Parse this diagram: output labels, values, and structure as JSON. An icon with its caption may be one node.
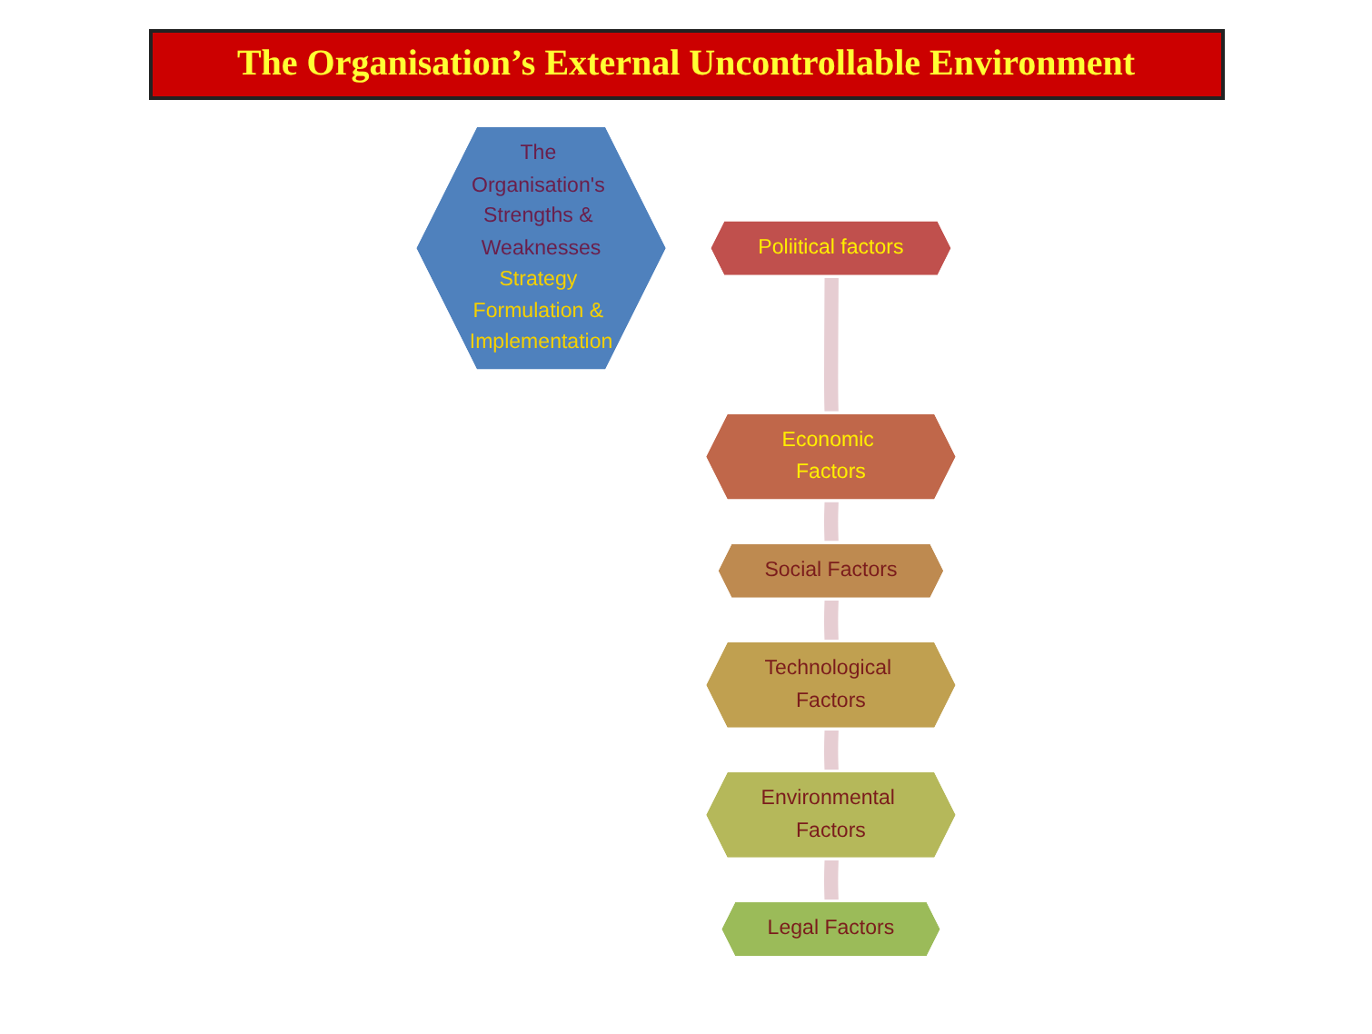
{
  "diagram": {
    "title": "The Organisation’s External Uncontrollable Environment",
    "nodes": [
      {
        "text": [
          "The Organisation's Strengths & Weaknesses",
          "Strategy Formulation & Implementation"
        ]
      },
      {
        "text": [
          "Poliitical factors"
        ]
      },
      {
        "text": [
          "Economic Factors"
        ]
      },
      {
        "text": [
          "Social Factors"
        ]
      },
      {
        "text": [
          "Technological Factors"
        ]
      },
      {
        "text": [
          "Environmental Factors"
        ]
      },
      {
        "text": [
          "Legal Factors"
        ]
      }
    ],
    "edges": [
      {
        "from": 1,
        "to": 2,
        "arrow": "none"
      },
      {
        "from": 2,
        "to": 3,
        "arrow": "none"
      },
      {
        "from": 3,
        "to": 4,
        "arrow": "none"
      },
      {
        "from": 4,
        "to": 5,
        "arrow": "none"
      },
      {
        "from": 5,
        "to": 6,
        "arrow": "none"
      }
    ]
  }
}
